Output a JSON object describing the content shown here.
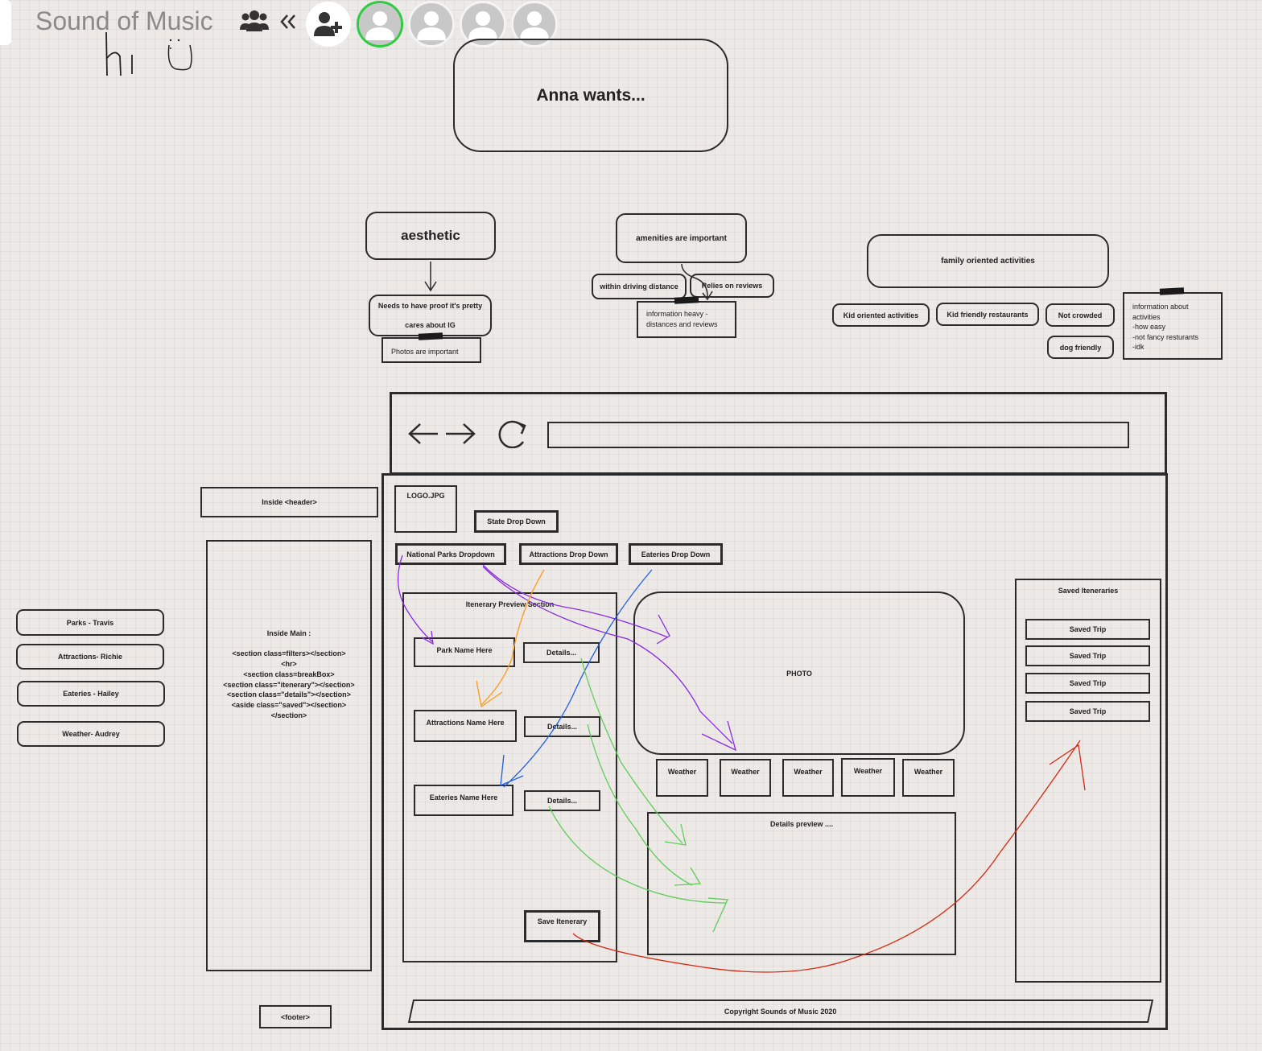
{
  "topbar": {
    "board_title": "Sound of Music",
    "icons": [
      "users-icon",
      "collapse-double-chevron-icon",
      "add-user-icon",
      "avatar-icon",
      "avatar-icon",
      "avatar-icon",
      "avatar-icon"
    ],
    "active_avatar_color": "#2ecc40"
  },
  "canvas": {
    "handwriting": "hi :)",
    "anna_wants": "Anna wants...",
    "aesthetic": "aesthetic",
    "aesthetic_note": "Needs to have proof it's pretty cares about IG",
    "aesthetic_sub": "Photos are important",
    "amenities": "amenities are important",
    "driving": "within driving distance",
    "reviews": "Relies on reviews",
    "info_heavy": "information heavy - distances and reviews",
    "family": "family oriented activities",
    "kid_activities": "Kid oriented activities",
    "kid_restaurants": "Kid friendly restaurants",
    "not_crowded": "Not crowded",
    "dog_friendly": "dog friendly",
    "activities_note": [
      "information about",
      "activities",
      "-how easy",
      "-not fancy resturants",
      "-idk"
    ],
    "inside_header": "Inside <header>",
    "inside_main": "Inside Main :\n\n<section class=filters></section>\n<hr>\n<section class=breakBox>\n<section class=\"itenerary\"></section>\n<section class=\"details\"></section>\n<aside class=\"saved\"></section>\n</section>",
    "footer_tag": "<footer>",
    "team": [
      "Parks - Travis",
      "Attractions- Richie",
      "Eateries - Hailey",
      "Weather- Audrey"
    ]
  },
  "wireframe": {
    "logo": "LOGO.JPG",
    "state_dropdown": "State Drop Down",
    "parks_dropdown": "National Parks Dropdown",
    "attractions_dropdown": "Attractions Drop Down",
    "eateries_dropdown": "Eateries Drop Down",
    "itinerary_title": "Itenerary Preview Section",
    "park_name": "Park Name Here",
    "attractions_name": "Attractions Name Here",
    "eateries_name": "Eateries Name Here",
    "details": "Details...",
    "save_itinerary": "Save Itenerary",
    "photo": "PHOTO",
    "weather": [
      "Weather",
      "Weather",
      "Weather",
      "Weather",
      "Weather"
    ],
    "details_preview": "Details preview ....",
    "saved_title": "Saved Iteneraries",
    "saved_trips": [
      "Saved Trip",
      "Saved Trip",
      "Saved Trip",
      "Saved Trip"
    ],
    "copyright": "Copyright Sounds of Music 2020"
  },
  "colors": {
    "purple_arrow": "#8a2be2",
    "orange_arrow": "#ff9a1f",
    "blue_arrow": "#1f5fe6",
    "green_arrow": "#5fcc5a",
    "red_arrow": "#d62a14"
  }
}
